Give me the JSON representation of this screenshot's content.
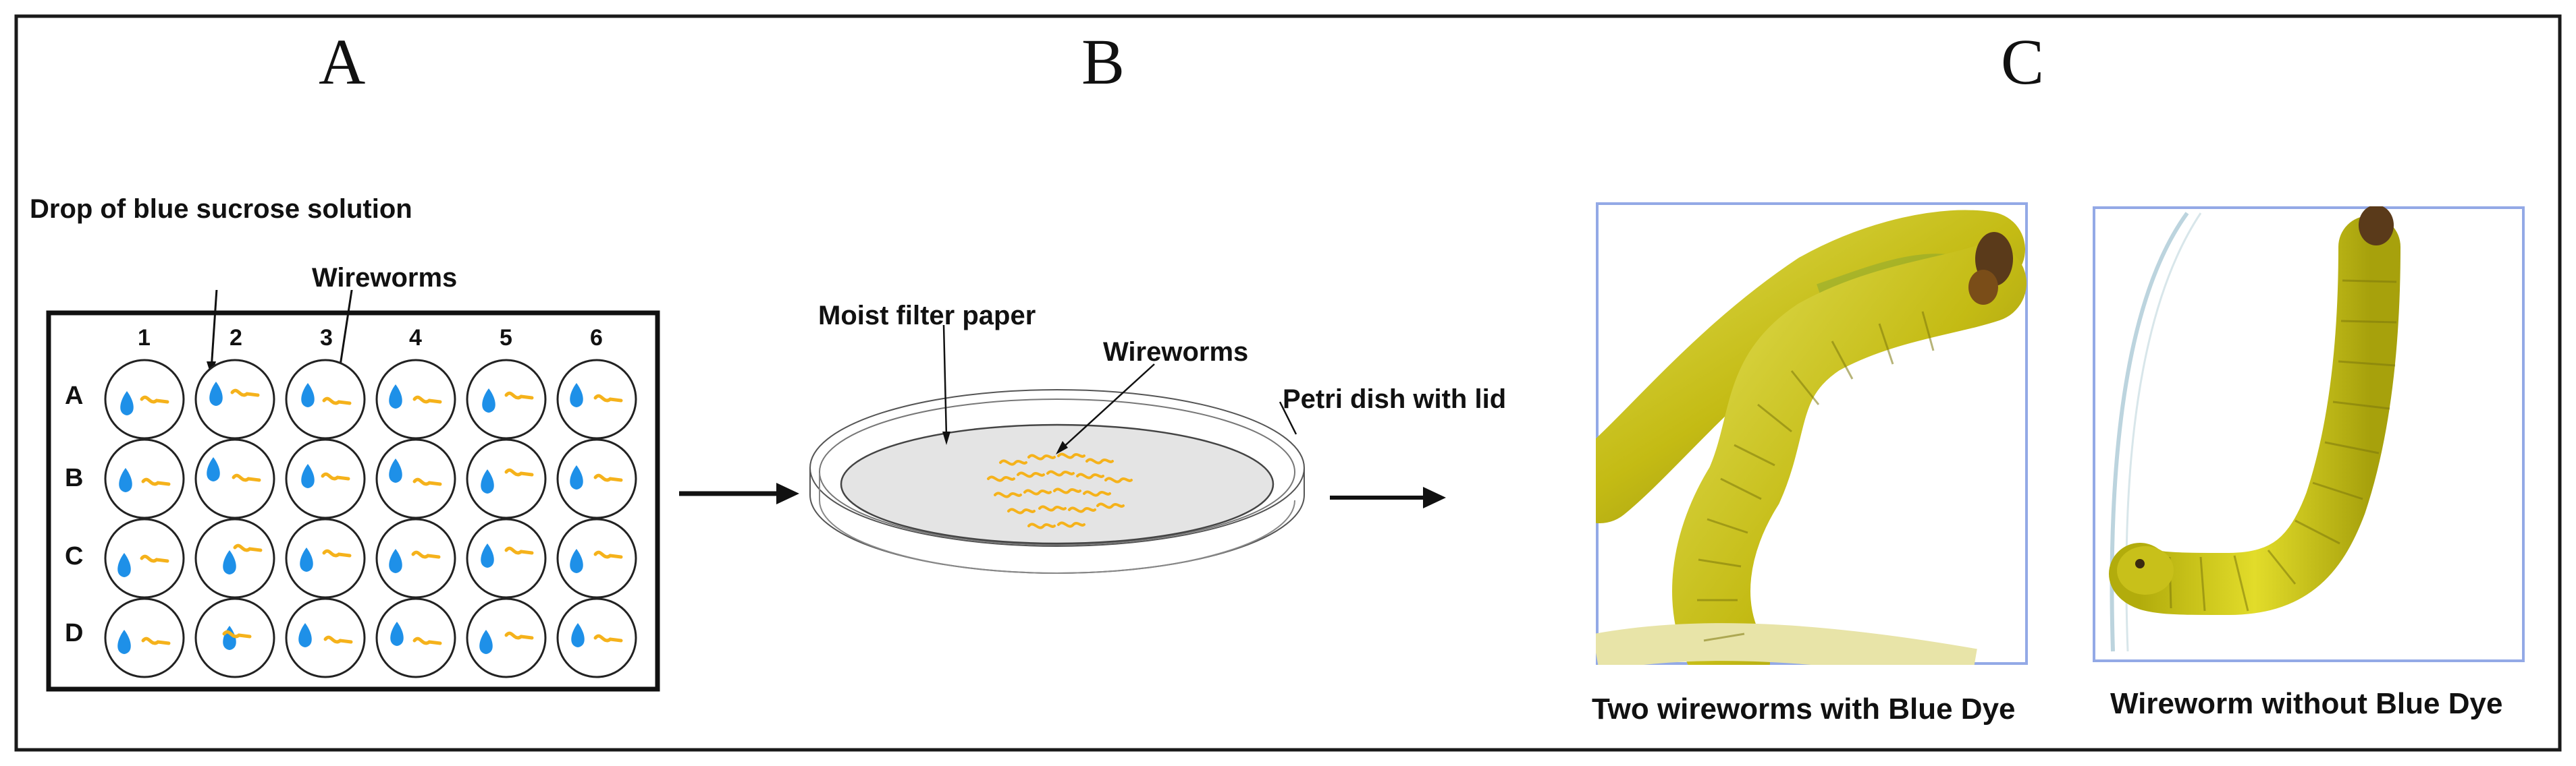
{
  "panels": {
    "a": {
      "letter": "A",
      "drop_label": "Drop of blue sucrose solution",
      "wireworms_label": "Wireworms",
      "columns": [
        "1",
        "2",
        "3",
        "4",
        "5",
        "6"
      ],
      "rows": [
        "A",
        "B",
        "C",
        "D"
      ]
    },
    "b": {
      "letter": "B",
      "filter_label": "Moist filter paper",
      "wireworms_label": "Wireworms",
      "dish_label": "Petri dish with lid"
    },
    "c": {
      "letter": "C",
      "photo1_caption": "Two wireworms with Blue Dye",
      "photo2_caption": "Wireworm without Blue Dye"
    }
  },
  "colors": {
    "frame": "#1a1a1a",
    "dye_blue": "#1e90e8",
    "worm_orange": "#f5b21b",
    "photo_border": "#93a9e6",
    "larva_yellow": "#c9c01a"
  },
  "icons": {
    "arrow": "right-arrow-icon",
    "drop": "blue-drop-icon",
    "worm": "wireworm-icon"
  }
}
